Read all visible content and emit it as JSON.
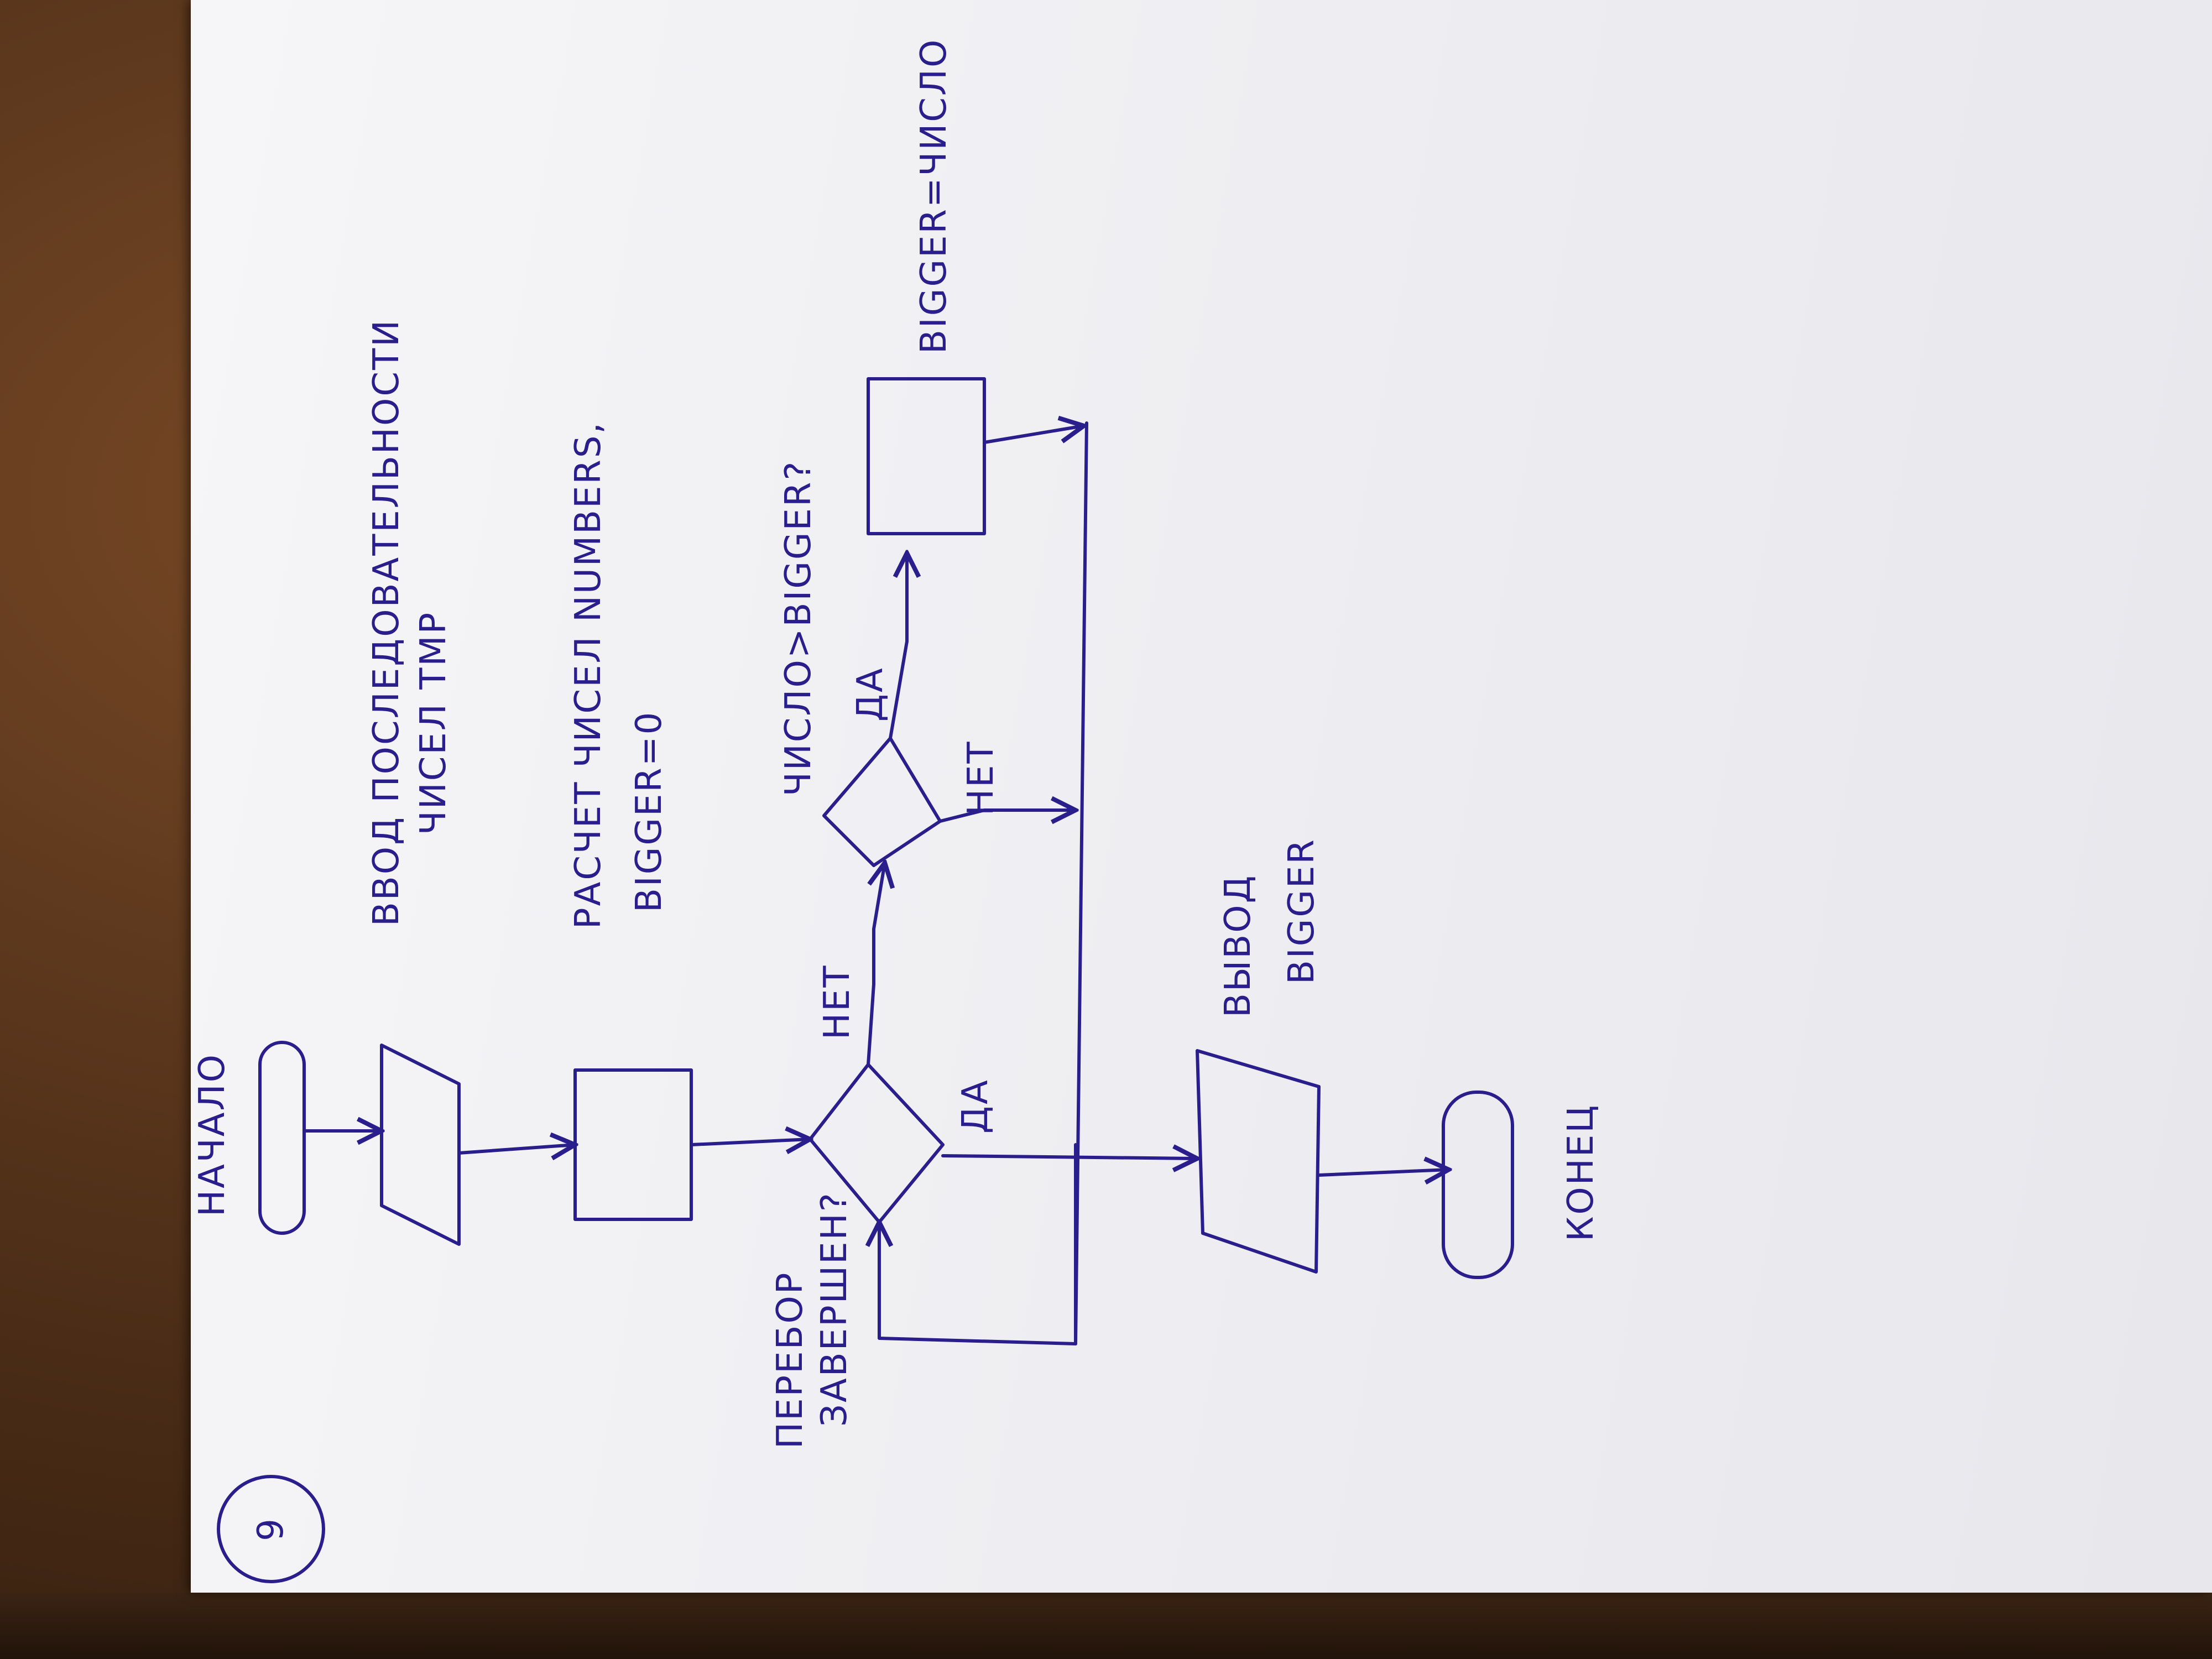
{
  "diagram": {
    "page_number": "9",
    "start_label": "НАЧАЛО",
    "input_label_line1": "ВВОД ПОСЛЕДОВАТЕЛЬНОСТИ",
    "input_label_line2": "ЧИСЕЛ TMP",
    "process_label_line1": "РАСЧЕТ ЧИСЕЛ NUMBERS,",
    "process_label_line2": "BIGGER=0",
    "loop_question_line1": "ПЕРЕБОР",
    "loop_question_line2": "ЗАВЕРШЕН?",
    "loop_no": "НЕТ",
    "loop_yes": "ДА",
    "compare_question": "ЧИСЛО>BIGGER?",
    "compare_yes": "ДА",
    "compare_no": "НЕТ",
    "assign_label": "BIGGER=ЧИСЛО",
    "output_label_line1": "ВЫВОД",
    "output_label_line2": "BIGGER",
    "end_label": "КОНЕЦ"
  }
}
